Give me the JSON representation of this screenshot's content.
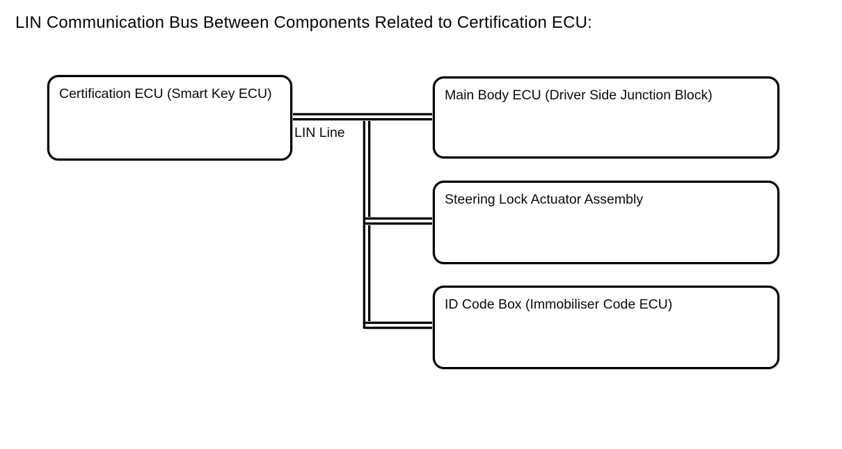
{
  "title": "LIN Communication Bus Between Components Related to Certification ECU:",
  "bus_label": "LIN Line",
  "nodes": {
    "left": {
      "label": "Certification ECU (Smart Key ECU)"
    },
    "right": [
      {
        "label": "Main Body ECU (Driver Side Junction Block)"
      },
      {
        "label": "Steering Lock Actuator Assembly"
      },
      {
        "label": "ID Code Box (Immobiliser Code ECU)"
      }
    ]
  },
  "colors": {
    "line": "#000000",
    "line_halo": "#b0b0b0",
    "background": "#ffffff",
    "text": "#000000"
  }
}
